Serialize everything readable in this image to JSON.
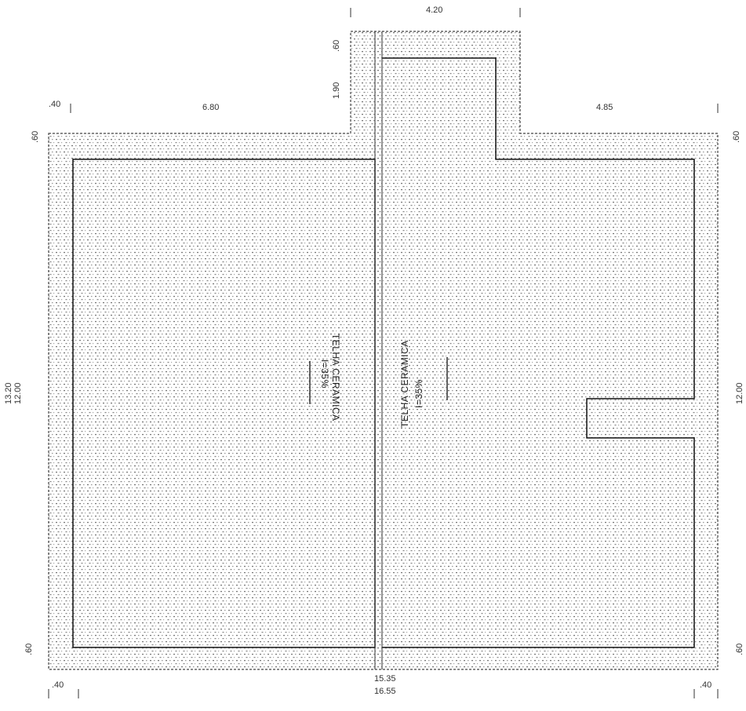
{
  "plan": {
    "labels": {
      "roof_left": "TELHA CERAMICA",
      "slope_left": "I=35%",
      "roof_right": "TELHA CERAMICA",
      "slope_right": "I=35%"
    },
    "dimensions": {
      "top_center": "4.20",
      "top_left": "6.80",
      "top_right": "4.85",
      "overhang_top_left": ".60",
      "overhang_top_right": ".60",
      "overhang_bottom_left": ".60",
      "overhang_bottom_right": ".60",
      "tower_height": "1.90",
      "tower_overhang": ".60",
      "left_outer": "13.20",
      "left_inner": "12.00",
      "right_outer": "12.00",
      "corner_tl": ".40",
      "corner_bl": ".40",
      "corner_br": ".40",
      "bottom_inner": "15.35",
      "bottom_outer": "16.55"
    }
  }
}
